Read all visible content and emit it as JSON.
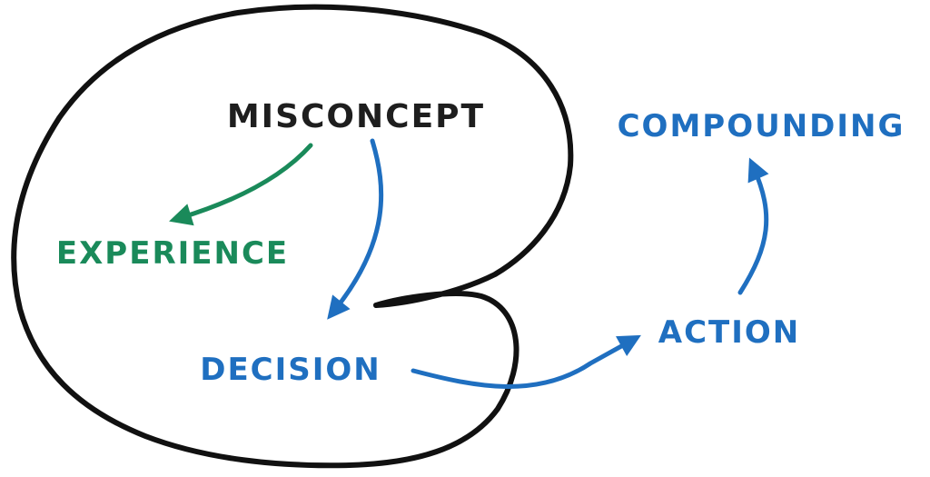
{
  "nodes": {
    "misconcept": {
      "label": "MISCONCEPT",
      "color": "#1e1e1e"
    },
    "experience": {
      "label": "EXPERIENCE",
      "color": "#1a8a5a"
    },
    "decision": {
      "label": "DECISION",
      "color": "#1f6fc0"
    },
    "action": {
      "label": "ACTION",
      "color": "#1f6fc0"
    },
    "compounding": {
      "label": "COMPOUNDING",
      "color": "#1f6fc0"
    }
  },
  "colors": {
    "outline": "#111111",
    "green": "#1a8a5a",
    "blue": "#1f6fc0"
  },
  "edges": [
    {
      "from": "misconcept",
      "to": "experience",
      "color": "green"
    },
    {
      "from": "misconcept",
      "to": "decision",
      "color": "blue"
    },
    {
      "from": "decision",
      "to": "action",
      "color": "blue"
    },
    {
      "from": "action",
      "to": "compounding",
      "color": "blue"
    }
  ]
}
